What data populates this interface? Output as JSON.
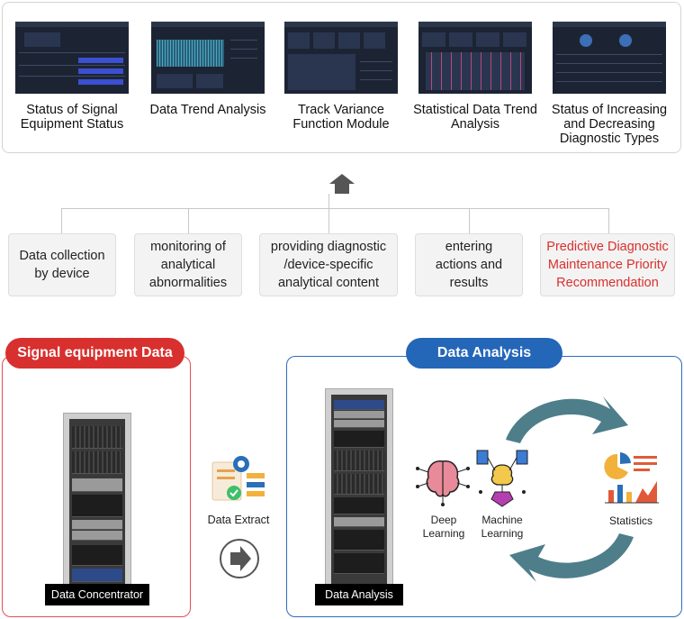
{
  "modules": [
    {
      "label": "Status of Signal Equipment Status"
    },
    {
      "label": "Data Trend Analysis"
    },
    {
      "label": "Track Variance Function Module"
    },
    {
      "label": "Statistical Data Trend Analysis"
    },
    {
      "label": "Status of Increasing and Decreasing Diagnostic Types"
    }
  ],
  "features": [
    {
      "label": "Data collection by device"
    },
    {
      "label": "monitoring of analytical abnormalities"
    },
    {
      "label": "providing diagnostic /device-specific analytical content"
    },
    {
      "label": "entering actions and results"
    },
    {
      "label": "Predictive Diagnostic Maintenance Priority Recommendation",
      "highlight": "#d9302d"
    }
  ],
  "signal_section": {
    "title": "Signal equipment Data",
    "rack_label": "Data Concentrator",
    "color": "#d8302e"
  },
  "extract": {
    "label": "Data Extract"
  },
  "analysis_section": {
    "title": "Data Analysis",
    "rack_label": "Data Analysis",
    "color": "#2466b8",
    "deep_learning": "Deep Learning",
    "machine_learning": "Machine Learning",
    "statistics": "Statistics"
  },
  "icons": {
    "up_arrow": "house-up-arrow-icon",
    "next_arrow": "circle-right-arrow-icon"
  }
}
